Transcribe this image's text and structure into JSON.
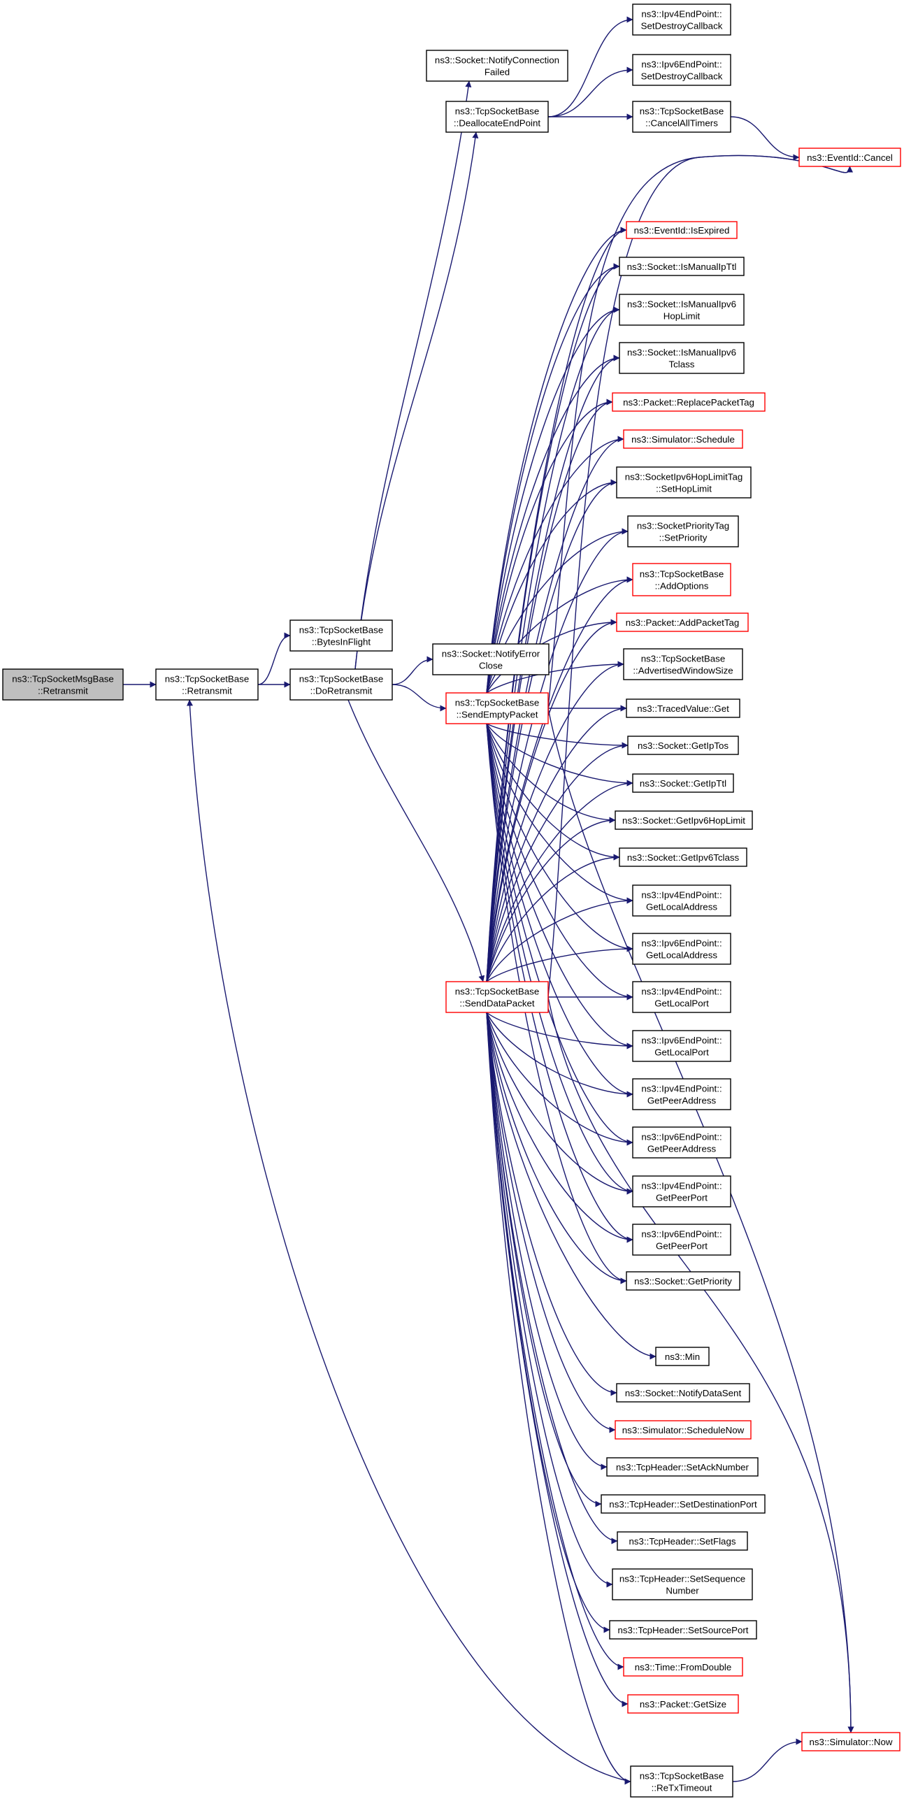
{
  "graph": {
    "nodes": {
      "n_root": {
        "lines": [
          "ns3::TcpSocketMsgBase",
          "::Retransmit"
        ],
        "border": "root"
      },
      "n_retransmit": {
        "lines": [
          "ns3::TcpSocketBase",
          "::Retransmit"
        ],
        "border": "black"
      },
      "n_bytesinflight": {
        "lines": [
          "ns3::TcpSocketBase",
          "::BytesInFlight"
        ],
        "border": "black"
      },
      "n_doretransmit": {
        "lines": [
          "ns3::TcpSocketBase",
          "::DoRetransmit"
        ],
        "border": "black"
      },
      "n_notifyconnfailed": {
        "lines": [
          "ns3::Socket::NotifyConnection",
          "Failed"
        ],
        "border": "black"
      },
      "n_deallocate": {
        "lines": [
          "ns3::TcpSocketBase",
          "::DeallocateEndPoint"
        ],
        "border": "black"
      },
      "n_notifyerrorclose": {
        "lines": [
          "ns3::Socket::NotifyError",
          "Close"
        ],
        "border": "black"
      },
      "n_sendempty": {
        "lines": [
          "ns3::TcpSocketBase",
          "::SendEmptyPacket"
        ],
        "border": "red"
      },
      "n_senddata": {
        "lines": [
          "ns3::TcpSocketBase",
          "::SendDataPacket"
        ],
        "border": "red"
      },
      "n_v4destroy": {
        "lines": [
          "ns3::Ipv4EndPoint::",
          "SetDestroyCallback"
        ],
        "border": "black"
      },
      "n_v6destroy": {
        "lines": [
          "ns3::Ipv6EndPoint::",
          "SetDestroyCallback"
        ],
        "border": "black"
      },
      "n_cancelalltimers": {
        "lines": [
          "ns3::TcpSocketBase",
          "::CancelAllTimers"
        ],
        "border": "black"
      },
      "n_isexpired": {
        "lines": [
          "ns3::EventId::IsExpired"
        ],
        "border": "red"
      },
      "n_ismanualipttl": {
        "lines": [
          "ns3::Socket::IsManualIpTtl"
        ],
        "border": "black"
      },
      "n_ismanualipv6hop": {
        "lines": [
          "ns3::Socket::IsManualIpv6",
          "HopLimit"
        ],
        "border": "black"
      },
      "n_ismanualipv6tclass": {
        "lines": [
          "ns3::Socket::IsManualIpv6",
          "Tclass"
        ],
        "border": "black"
      },
      "n_replacepackettag": {
        "lines": [
          "ns3::Packet::ReplacePacketTag"
        ],
        "border": "red"
      },
      "n_schedule": {
        "lines": [
          "ns3::Simulator::Schedule"
        ],
        "border": "red"
      },
      "n_sethoplimit": {
        "lines": [
          "ns3::SocketIpv6HopLimitTag",
          "::SetHopLimit"
        ],
        "border": "black"
      },
      "n_setpriority": {
        "lines": [
          "ns3::SocketPriorityTag",
          "::SetPriority"
        ],
        "border": "black"
      },
      "n_addoptions": {
        "lines": [
          "ns3::TcpSocketBase",
          "::AddOptions"
        ],
        "border": "red"
      },
      "n_addpackettag": {
        "lines": [
          "ns3::Packet::AddPacketTag"
        ],
        "border": "red"
      },
      "n_advwindow": {
        "lines": [
          "ns3::TcpSocketBase",
          "::AdvertisedWindowSize"
        ],
        "border": "black"
      },
      "n_tracedget": {
        "lines": [
          "ns3::TracedValue::Get"
        ],
        "border": "black"
      },
      "n_getiptos": {
        "lines": [
          "ns3::Socket::GetIpTos"
        ],
        "border": "black"
      },
      "n_getipttl": {
        "lines": [
          "ns3::Socket::GetIpTtl"
        ],
        "border": "black"
      },
      "n_getipv6hop": {
        "lines": [
          "ns3::Socket::GetIpv6HopLimit"
        ],
        "border": "black"
      },
      "n_getipv6tclass": {
        "lines": [
          "ns3::Socket::GetIpv6Tclass"
        ],
        "border": "black"
      },
      "n_v4localaddr": {
        "lines": [
          "ns3::Ipv4EndPoint::",
          "GetLocalAddress"
        ],
        "border": "black"
      },
      "n_v6localaddr": {
        "lines": [
          "ns3::Ipv6EndPoint::",
          "GetLocalAddress"
        ],
        "border": "black"
      },
      "n_v4localport": {
        "lines": [
          "ns3::Ipv4EndPoint::",
          "GetLocalPort"
        ],
        "border": "black"
      },
      "n_v6localport": {
        "lines": [
          "ns3::Ipv6EndPoint::",
          "GetLocalPort"
        ],
        "border": "black"
      },
      "n_v4peeraddr": {
        "lines": [
          "ns3::Ipv4EndPoint::",
          "GetPeerAddress"
        ],
        "border": "black"
      },
      "n_v6peeraddr": {
        "lines": [
          "ns3::Ipv6EndPoint::",
          "GetPeerAddress"
        ],
        "border": "black"
      },
      "n_v4peerport": {
        "lines": [
          "ns3::Ipv4EndPoint::",
          "GetPeerPort"
        ],
        "border": "black"
      },
      "n_v6peerport": {
        "lines": [
          "ns3::Ipv6EndPoint::",
          "GetPeerPort"
        ],
        "border": "black"
      },
      "n_getpriority": {
        "lines": [
          "ns3::Socket::GetPriority"
        ],
        "border": "black"
      },
      "n_min": {
        "lines": [
          "ns3::Min"
        ],
        "border": "black"
      },
      "n_notifydatasent": {
        "lines": [
          "ns3::Socket::NotifyDataSent"
        ],
        "border": "black"
      },
      "n_schedulenow": {
        "lines": [
          "ns3::Simulator::ScheduleNow"
        ],
        "border": "red"
      },
      "n_setacknumber": {
        "lines": [
          "ns3::TcpHeader::SetAckNumber"
        ],
        "border": "black"
      },
      "n_setdestport": {
        "lines": [
          "ns3::TcpHeader::SetDestinationPort"
        ],
        "border": "black"
      },
      "n_setflags": {
        "lines": [
          "ns3::TcpHeader::SetFlags"
        ],
        "border": "black"
      },
      "n_setseqnum": {
        "lines": [
          "ns3::TcpHeader::SetSequence",
          "Number"
        ],
        "border": "black"
      },
      "n_setsrcport": {
        "lines": [
          "ns3::TcpHeader::SetSourcePort"
        ],
        "border": "black"
      },
      "n_fromdouble": {
        "lines": [
          "ns3::Time::FromDouble"
        ],
        "border": "red"
      },
      "n_getsize": {
        "lines": [
          "ns3::Packet::GetSize"
        ],
        "border": "red"
      },
      "n_retxtimeout": {
        "lines": [
          "ns3::TcpSocketBase",
          "::ReTxTimeout"
        ],
        "border": "black"
      },
      "n_eventcancel": {
        "lines": [
          "ns3::EventId::Cancel"
        ],
        "border": "red"
      },
      "n_simnow": {
        "lines": [
          "ns3::Simulator::Now"
        ],
        "border": "red"
      }
    },
    "edges": [
      [
        "n_root",
        "n_retransmit"
      ],
      [
        "n_retransmit",
        "n_bytesinflight"
      ],
      [
        "n_retransmit",
        "n_doretransmit"
      ],
      [
        "n_doretransmit",
        "n_notifyconnfailed"
      ],
      [
        "n_doretransmit",
        "n_deallocate"
      ],
      [
        "n_doretransmit",
        "n_notifyerrorclose"
      ],
      [
        "n_doretransmit",
        "n_sendempty"
      ],
      [
        "n_doretransmit",
        "n_senddata"
      ],
      [
        "n_deallocate",
        "n_v4destroy"
      ],
      [
        "n_deallocate",
        "n_v6destroy"
      ],
      [
        "n_deallocate",
        "n_cancelalltimers"
      ],
      [
        "n_cancelalltimers",
        "n_eventcancel"
      ],
      [
        "n_sendempty",
        "n_eventcancel"
      ],
      [
        "n_sendempty",
        "n_isexpired"
      ],
      [
        "n_sendempty",
        "n_ismanualipttl"
      ],
      [
        "n_sendempty",
        "n_ismanualipv6hop"
      ],
      [
        "n_sendempty",
        "n_ismanualipv6tclass"
      ],
      [
        "n_sendempty",
        "n_replacepackettag"
      ],
      [
        "n_sendempty",
        "n_schedule"
      ],
      [
        "n_sendempty",
        "n_sethoplimit"
      ],
      [
        "n_sendempty",
        "n_setpriority"
      ],
      [
        "n_sendempty",
        "n_addoptions"
      ],
      [
        "n_sendempty",
        "n_addpackettag"
      ],
      [
        "n_sendempty",
        "n_advwindow"
      ],
      [
        "n_sendempty",
        "n_tracedget"
      ],
      [
        "n_sendempty",
        "n_getiptos"
      ],
      [
        "n_sendempty",
        "n_getipttl"
      ],
      [
        "n_sendempty",
        "n_getipv6hop"
      ],
      [
        "n_sendempty",
        "n_getipv6tclass"
      ],
      [
        "n_sendempty",
        "n_v4localaddr"
      ],
      [
        "n_sendempty",
        "n_v6localaddr"
      ],
      [
        "n_sendempty",
        "n_v4localport"
      ],
      [
        "n_sendempty",
        "n_v6localport"
      ],
      [
        "n_sendempty",
        "n_v4peeraddr"
      ],
      [
        "n_sendempty",
        "n_v6peeraddr"
      ],
      [
        "n_sendempty",
        "n_v4peerport"
      ],
      [
        "n_sendempty",
        "n_v6peerport"
      ],
      [
        "n_sendempty",
        "n_getpriority"
      ],
      [
        "n_sendempty",
        "n_simnow"
      ],
      [
        "n_senddata",
        "n_eventcancel"
      ],
      [
        "n_senddata",
        "n_isexpired"
      ],
      [
        "n_senddata",
        "n_ismanualipttl"
      ],
      [
        "n_senddata",
        "n_ismanualipv6hop"
      ],
      [
        "n_senddata",
        "n_ismanualipv6tclass"
      ],
      [
        "n_senddata",
        "n_replacepackettag"
      ],
      [
        "n_senddata",
        "n_schedule"
      ],
      [
        "n_senddata",
        "n_sethoplimit"
      ],
      [
        "n_senddata",
        "n_setpriority"
      ],
      [
        "n_senddata",
        "n_addoptions"
      ],
      [
        "n_senddata",
        "n_addpackettag"
      ],
      [
        "n_senddata",
        "n_advwindow"
      ],
      [
        "n_senddata",
        "n_tracedget"
      ],
      [
        "n_senddata",
        "n_getiptos"
      ],
      [
        "n_senddata",
        "n_getipttl"
      ],
      [
        "n_senddata",
        "n_getipv6hop"
      ],
      [
        "n_senddata",
        "n_getipv6tclass"
      ],
      [
        "n_senddata",
        "n_v4localaddr"
      ],
      [
        "n_senddata",
        "n_v6localaddr"
      ],
      [
        "n_senddata",
        "n_v4localport"
      ],
      [
        "n_senddata",
        "n_v6localport"
      ],
      [
        "n_senddata",
        "n_v4peeraddr"
      ],
      [
        "n_senddata",
        "n_v6peeraddr"
      ],
      [
        "n_senddata",
        "n_v4peerport"
      ],
      [
        "n_senddata",
        "n_v6peerport"
      ],
      [
        "n_senddata",
        "n_getpriority"
      ],
      [
        "n_senddata",
        "n_min"
      ],
      [
        "n_senddata",
        "n_notifydatasent"
      ],
      [
        "n_senddata",
        "n_schedulenow"
      ],
      [
        "n_senddata",
        "n_setacknumber"
      ],
      [
        "n_senddata",
        "n_setdestport"
      ],
      [
        "n_senddata",
        "n_setflags"
      ],
      [
        "n_senddata",
        "n_setseqnum"
      ],
      [
        "n_senddata",
        "n_setsrcport"
      ],
      [
        "n_senddata",
        "n_fromdouble"
      ],
      [
        "n_senddata",
        "n_getsize"
      ],
      [
        "n_senddata",
        "n_retxtimeout"
      ],
      [
        "n_senddata",
        "n_simnow"
      ],
      [
        "n_retxtimeout",
        "n_retransmit"
      ],
      [
        "n_retxtimeout",
        "n_simnow"
      ]
    ]
  }
}
